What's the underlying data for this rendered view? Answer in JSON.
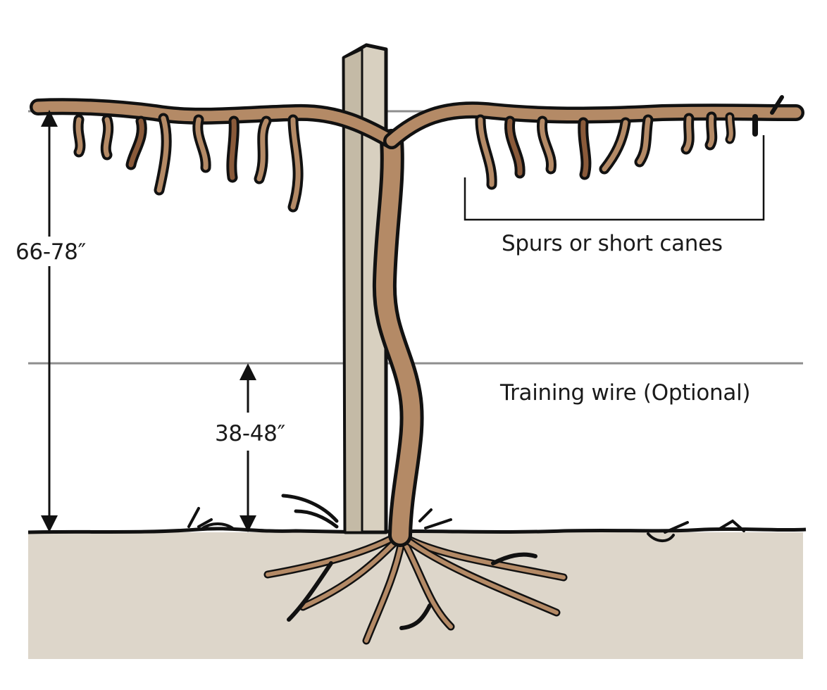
{
  "labels": {
    "top_height": "66-78″",
    "training_height": "38-48″",
    "spurs": "Spurs or short canes",
    "training_wire": "Training wire (Optional)"
  },
  "colors": {
    "trunk": "#b48a66",
    "trunk_dark": "#7e5a3e",
    "spur_dark": "#8a5a3a",
    "outline": "#111111",
    "wire": "#8e8e8e",
    "post": "#d8d0c0",
    "post_shade": "#c4baa6",
    "ground": "#ddd6ca",
    "text": "#1a1a1a"
  }
}
